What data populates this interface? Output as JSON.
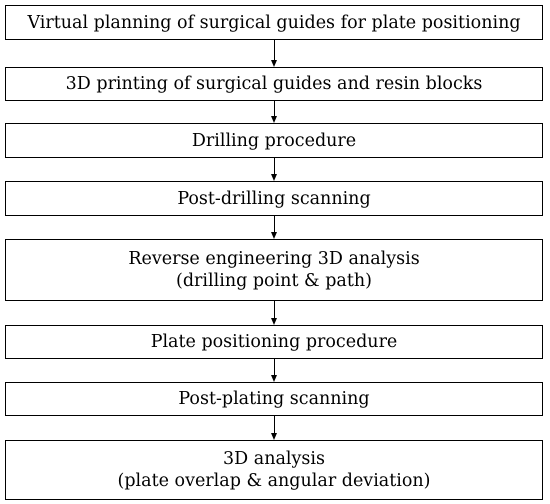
{
  "flowchart": {
    "steps": [
      {
        "lines": [
          "Virtual planning of surgical guides for plate positioning"
        ]
      },
      {
        "lines": [
          "3D printing of surgical guides and resin blocks"
        ]
      },
      {
        "lines": [
          "Drilling procedure"
        ]
      },
      {
        "lines": [
          "Post-drilling scanning"
        ]
      },
      {
        "lines": [
          "Reverse engineering 3D analysis",
          "(drilling point & path)"
        ]
      },
      {
        "lines": [
          "Plate positioning procedure"
        ]
      },
      {
        "lines": [
          "Post-plating scanning"
        ]
      },
      {
        "lines": [
          "3D analysis",
          "(plate overlap & angular deviation)"
        ]
      }
    ]
  }
}
